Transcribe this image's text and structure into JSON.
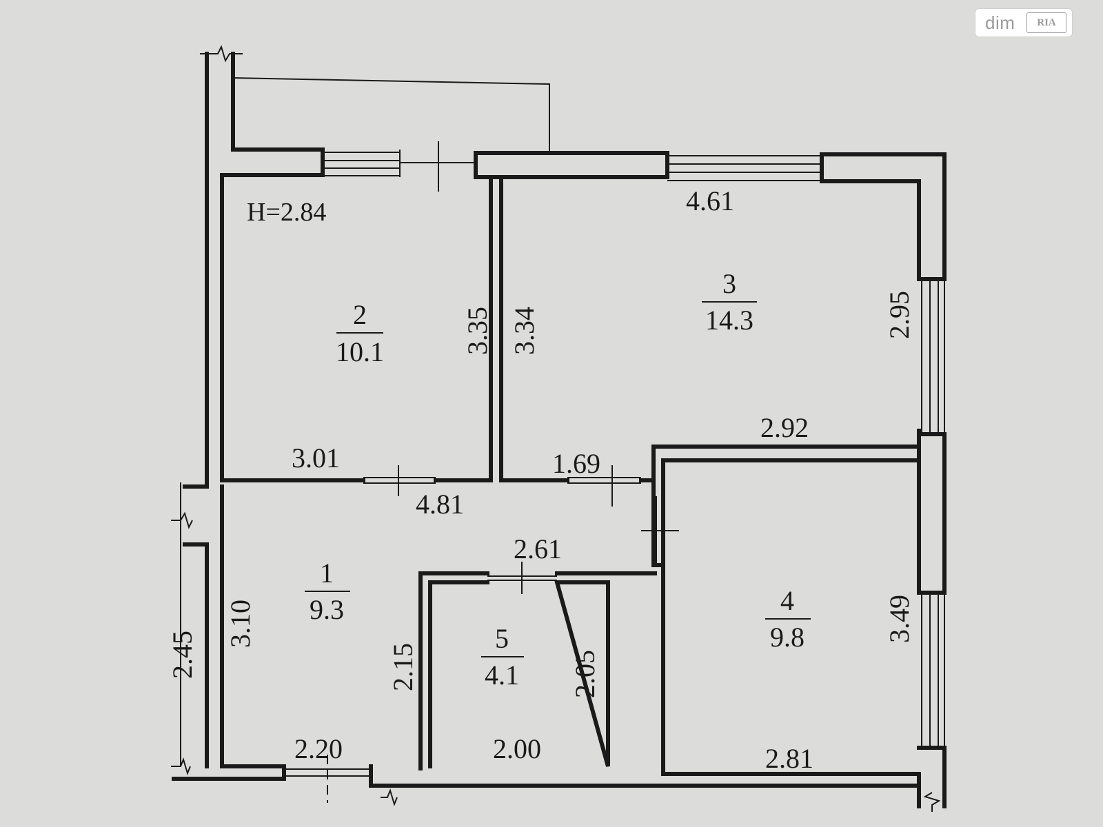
{
  "watermark": {
    "site": "dim",
    "logo": "RIA"
  },
  "plan": {
    "ceiling_height": "H=2.84",
    "rooms": [
      {
        "number": "1",
        "area": "9.3"
      },
      {
        "number": "2",
        "area": "10.1"
      },
      {
        "number": "3",
        "area": "14.3"
      },
      {
        "number": "4",
        "area": "9.8"
      },
      {
        "number": "5",
        "area": "4.1"
      }
    ],
    "dimensions": {
      "room3_top": "4.61",
      "room3_right": "2.95",
      "room3_left": "3.34",
      "room3_bottom": "2.92",
      "room2_right": "3.35",
      "room2_bottom": "3.01",
      "hall_door": "1.69",
      "hall_length": "4.81",
      "room5_top": "2.61",
      "room1_left": "3.10",
      "outer_left": "2.45",
      "room5_left": "2.15",
      "room5_right": "2.05",
      "room5_bottom": "2.00",
      "room1_bottom": "2.20",
      "room4_right": "3.49",
      "room4_bottom": "2.81"
    }
  }
}
